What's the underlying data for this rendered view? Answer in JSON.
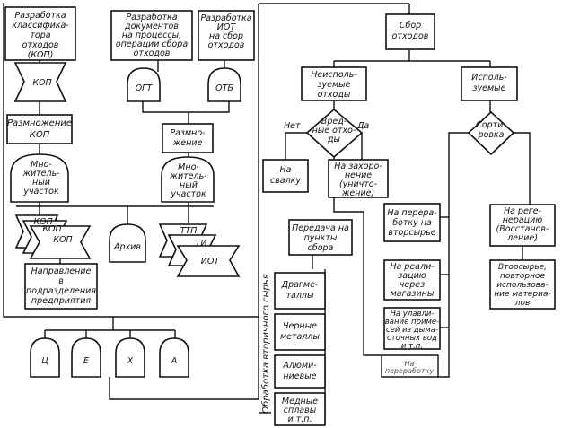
{
  "left": {
    "klassifikator": [
      "Разработка",
      "классифика-",
      "тора",
      "отходов",
      "(КОП)"
    ],
    "kop": "КОП",
    "razmnozhenie_kop": [
      "Размножение",
      "КОП"
    ],
    "mnozh1": [
      "Мно-",
      "житель-",
      "ный",
      "участок"
    ],
    "kop_stack": [
      "КОП",
      "КОП",
      "КОП"
    ],
    "archive": "Архив",
    "napravlenie": [
      "Направление",
      "в",
      "подразделения",
      "предприятия"
    ],
    "docs": [
      "Разработка",
      "документов",
      "на процессы,",
      "операции сбора",
      "отходов"
    ],
    "iot_dev": [
      "Разработка",
      "ИОТ",
      "на сбор",
      "отходов"
    ],
    "ogt": "ОГТ",
    "otb": "ОТБ",
    "razmnozhenie2": [
      "Размно-",
      "жение"
    ],
    "mnozh2": [
      "Мно-",
      "житель-",
      "ный",
      "участок"
    ],
    "doc_stack": [
      "ТТП",
      "ТИ",
      "ИОТ"
    ],
    "depts": [
      "Ц",
      "Е",
      "Х",
      "А"
    ]
  },
  "right": {
    "sbor": [
      "Сбор",
      "отходов"
    ],
    "neisp": [
      "Неисполь-",
      "зуемые",
      "отходы"
    ],
    "isp": [
      "Исполь-",
      "зуемые"
    ],
    "vrednye": [
      "Вред-",
      "ные отхо-",
      "ды"
    ],
    "net": "Нет",
    "da": "Да",
    "sortirovka": [
      "Сорти-",
      "ровка"
    ],
    "svalka": [
      "На",
      "свалку"
    ],
    "zahoronenie": [
      "На захоро-",
      "нение",
      "(уничто-",
      "жение)"
    ],
    "peredacha": [
      "Передача на",
      "пункты",
      "сбора"
    ],
    "vertical": "Обработка вторичного сырья",
    "metals": [
      [
        "Драгме-",
        "таллы"
      ],
      [
        "Черные",
        "металлы"
      ],
      [
        "Алюми-",
        "ниевые"
      ],
      [
        "Медные",
        "сплавы",
        "и т.п."
      ]
    ],
    "pererabotka": [
      "На перера-",
      "ботку на",
      "вторсырье"
    ],
    "realizacia": [
      "На реали-",
      "зацию",
      "через",
      "магазины"
    ],
    "ulavlivanie": [
      "На улавли-",
      "вание приме-",
      "сей из дыма-",
      "сточных вод",
      "и т.п."
    ],
    "partial": [
      "На",
      "переработку"
    ],
    "regeneracia": [
      "На реге-",
      "нерацию",
      "(Восстанов-",
      "ление)"
    ],
    "vtorsyrie": [
      "Вторсырье,",
      "повторное",
      "использова-",
      "ние материа-",
      "лов"
    ]
  }
}
